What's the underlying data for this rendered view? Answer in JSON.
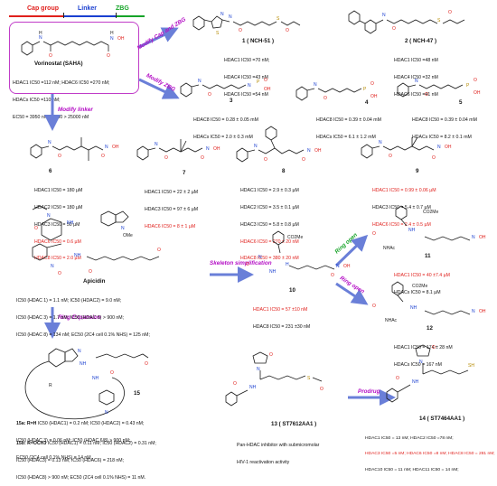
{
  "legend": {
    "cap": "Cap group",
    "linker": "Linker",
    "zbg": "ZBG"
  },
  "saha": {
    "name": "Vorinostat (SAHA)",
    "lines": [
      "HDAC1 IC50 =112 nM; HDAC6 IC50 =270 nM;",
      "HDACs IC50 =110 nM;",
      "EC50 = 3950 nM; CC50 > 25000 nM"
    ]
  },
  "arrows": {
    "modify_cap": "Modify Cap and ZBG",
    "modify_zbg": "Modify ZBG",
    "modify_linker": "Modify linker",
    "skeleton": "Skeleton simplification",
    "ring_expansion": "Ring Expansion",
    "ring_open_1": "Ring open",
    "ring_open_2": "Ring open",
    "prodrug": "Prodrug"
  },
  "compounds": {
    "c1": {
      "label": "1  ( NCH-51 )",
      "lines": [
        "HDAC1 IC50 =70 nM;",
        "HDAC4 IC50 =43 nM",
        "HDAC6 IC50 =54 nM"
      ]
    },
    "c2": {
      "label": "2  ( NCH-47 )",
      "lines": [
        "HDAC1 IC50 =48 nM",
        "HDAC4 IC50 =32 nM",
        "HDAC6 IC50 =41 nM"
      ]
    },
    "c3": {
      "label": "3",
      "lines": [
        "HDAC8 IC50 = 0.28 ± 0.05 mM",
        "HDACs IC50 = 2.0 ± 0.3 mM"
      ]
    },
    "c4": {
      "label": "4",
      "lines": [
        "HDAC8 IC50 = 0.39 ± 0.04 mM",
        "HDACs IC50 = 6.1 ± 1.2 mM"
      ]
    },
    "c5": {
      "label": "5",
      "lines": [
        "HDAC8 IC50 = 0.39 ± 0.04 mM",
        "HDACs IC50 = 8.2 ± 0.1 mM"
      ]
    },
    "c6": {
      "label": "6",
      "lines": [
        "HDAC1 IC50 = 180 µM",
        "HDAC2 IC50 = 180 µM",
        "HDAC3 IC50 = 50 µM"
      ],
      "red_lines": [
        "HDAC6 IC50 = 0.6 µM",
        "HDAC8 IC50 = 2.0 µM"
      ]
    },
    "c7": {
      "label": "7",
      "lines": [
        "HDAC1 IC50 = 22 ± 2 µM",
        "HDAC3 IC50 = 97 ± 6 µM"
      ],
      "red_lines": [
        "HDAC6 IC50 = 8 ± 1 µM"
      ]
    },
    "c8": {
      "label": "8",
      "lines": [
        "HDAC1 IC50 = 2.9 ± 0.3 µM",
        "HDAC2 IC50 = 3.5 ± 0.1 µM",
        "HDAC3 IC50 = 5.8 ± 0.8 µM"
      ],
      "red_lines": [
        "HDAC6 IC50 = 270 ± 20 nM",
        "HDAC8 IC50 = 380 ± 20 nM"
      ]
    },
    "c9": {
      "label": "9",
      "red_lines": [
        "HDAC1 IC50 = 0.99 ± 0.06 µM"
      ],
      "lines": [
        "HDAC3 IC50 = 5.4 ± 0.7 µM"
      ],
      "red_lines2": [
        "HDAC6 IC50 = 2.4 ± 0.5 µM"
      ]
    },
    "apicidin": {
      "label": "Apicidin",
      "lines": [
        "IC50 (HDAC 1) = 1.1 nM; IC50 (HDAC2) = 9.0 nM;",
        "IC50 (HDAC 3) = 1.7 nM; IC50 (HDAC 6) > 900 nM;",
        "IC50 (HDAC 8) = 134 nM; EC50 (2C4 cell 0.1% NHS) = 125 nM;"
      ]
    },
    "c10": {
      "label": "10",
      "red_lines": [
        "HDAC1 IC50 = 57 ±10 nM"
      ],
      "lines": [
        "HDAC8 IC50 = 231 ±30 nM"
      ]
    },
    "c11": {
      "label": "11",
      "red_lines": [
        "HDAC1 IC50 = 40 ±7.4 µM"
      ],
      "lines": [
        "HDACs IC50 = 8.1 µM"
      ]
    },
    "c12": {
      "label": "12",
      "lines": [
        "HDAC1 IC50 = 174 ± 28 nM",
        "HDACs IC50 = 167 nM"
      ]
    },
    "c15": {
      "label": "15"
    },
    "c15a": {
      "head": "15a: R=H",
      "lines": [
        "IC50 (HDAC1) = 0.2 nM; IC50 (HDAC2) = 0.43 nM;",
        "IC50 (HDAC 3) = 0.06 nM; IC50 (HDAC 6/8) > 900 nM;",
        "EC50 (2C4 cell 0.1% NHS) = 14 nM."
      ]
    },
    "c15b": {
      "head": "15b: R=OCH3",
      "lines": [
        "IC50 (HDAC1) = 0.11 nM; IC50 (HDAC2) = 0.31 nM;",
        "IC50 (HDAC3) = 0.13 nM; IC50 (HDAC6) = 218 nM;",
        "IC50 (HDAC8) > 900 nM; EC50 (2C4 cell 0.1% NHS) = 11 nM."
      ]
    },
    "c13": {
      "label": "13  ( ST7612AA1 )",
      "lines": [
        "Pan-HDAC inhibitor with submicromolar",
        "HIV-1 reactivation activity"
      ]
    },
    "c14": {
      "label": "14  ( ST7464AA1 )",
      "lines": [
        "HDAC1 IC50 = 13 nM; HDAC2 IC50 =78 nM;",
        "HDAC3 IC50 =5 nM; HDAC6 IC50 =8 nM; HDAC8 IC50 = 281 nM;",
        "HDAC10 IC50 = 11 nM; HDAC11 IC50 = 14 nM;"
      ]
    }
  },
  "atoms": {
    "O": "O",
    "N": "N",
    "H": "H",
    "NH": "NH",
    "OH": "OH",
    "S": "S",
    "P": "P",
    "SH": "SH",
    "OMe": "OMe",
    "CO2Me": "CO2Me",
    "NHAc": "NHAc",
    "R": "R"
  }
}
